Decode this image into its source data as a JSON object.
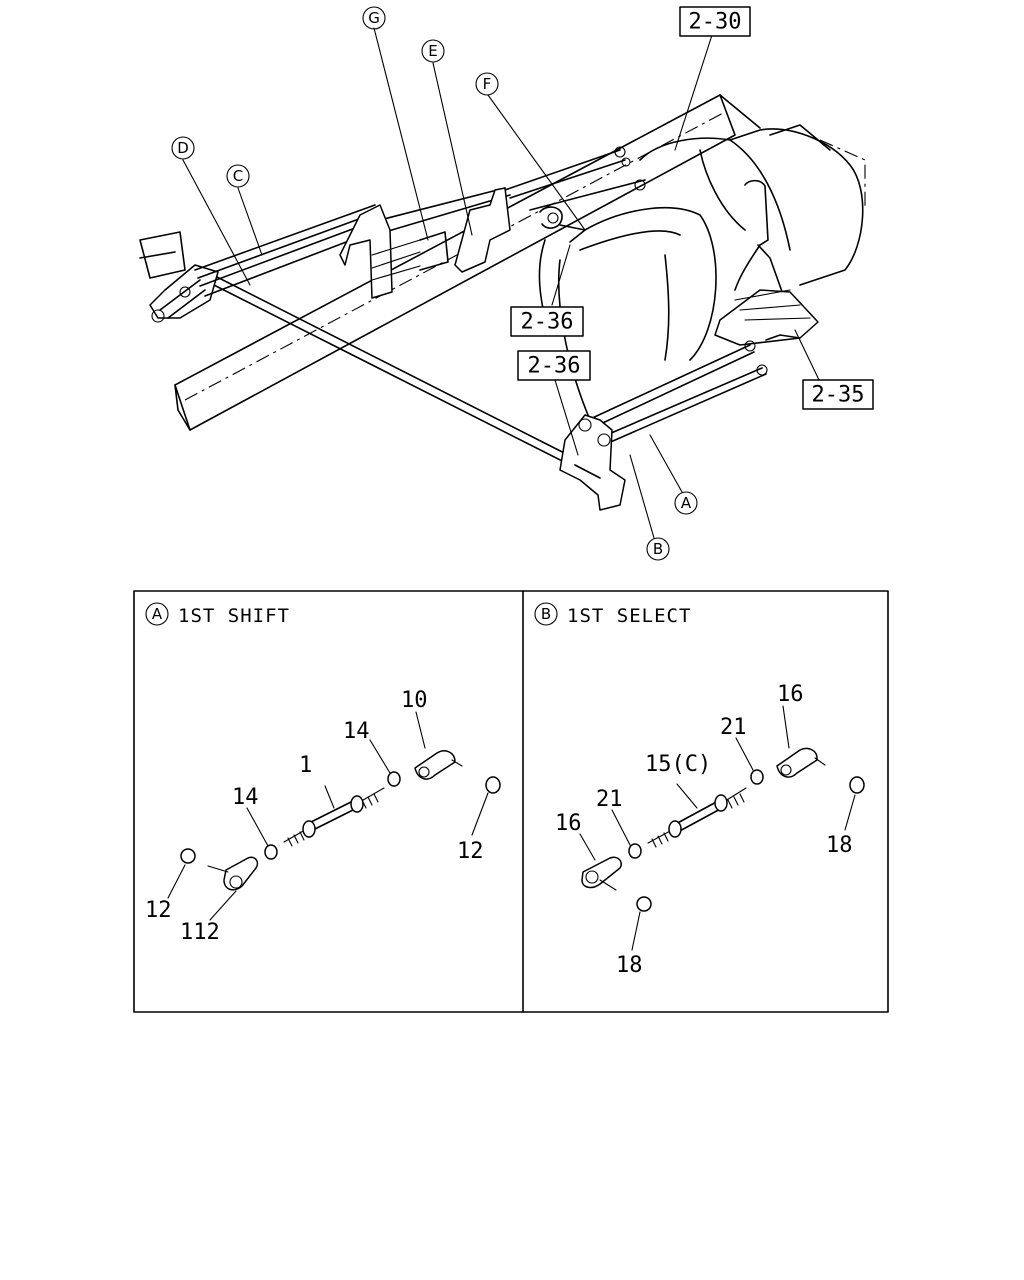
{
  "callouts": {
    "A": "A",
    "B": "B",
    "C": "C",
    "D": "D",
    "E": "E",
    "F": "F",
    "G": "G"
  },
  "refs": {
    "r2_30": "2-30",
    "r2_36_top": "2-36",
    "r2_36_bottom": "2-36",
    "r2_35": "2-35"
  },
  "panel_a": {
    "letter": "A",
    "title": "1ST SHIFT",
    "parts": {
      "p10": "10",
      "p14a": "14",
      "p1": "1",
      "p14b": "14",
      "p12a": "12",
      "p12b": "12",
      "p112": "112"
    }
  },
  "panel_b": {
    "letter": "B",
    "title": "1ST SELECT",
    "parts": {
      "p16a": "16",
      "p21a": "21",
      "p15c": "15(C)",
      "p21b": "21",
      "p16b": "16",
      "p18a": "18",
      "p18b": "18"
    }
  }
}
